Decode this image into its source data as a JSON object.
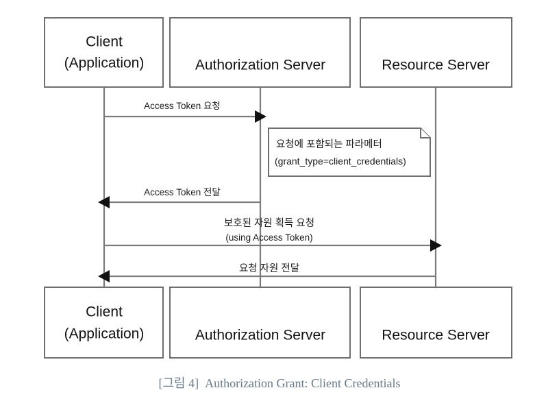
{
  "figure": {
    "type": "uml-sequence-diagram",
    "caption": "[그림 4]  Authorization Grant: Client Credentials",
    "background_color": "#ffffff",
    "line_color": "#7a7a7a",
    "box_border_color": "#6e6e6e",
    "text_color": "#111111",
    "caption_color": "#6a7a86"
  },
  "participants": [
    {
      "id": "client",
      "line1": "Client",
      "line2": "(Application)"
    },
    {
      "id": "auth",
      "line1": "Authorization Server",
      "line2": ""
    },
    {
      "id": "resource",
      "line1": "Resource Server",
      "line2": ""
    }
  ],
  "messages": [
    {
      "index": 1,
      "from": "client",
      "to": "auth",
      "direction": "right",
      "line1": "Access Token 요청",
      "line2": ""
    },
    {
      "index": 2,
      "from": "auth",
      "to": "client",
      "direction": "left",
      "line1": "Access Token 전달",
      "line2": ""
    },
    {
      "index": 3,
      "from": "client",
      "to": "resource",
      "direction": "right",
      "line1": "보호된 자원 획득 요청",
      "line2": "(using Access Token)"
    },
    {
      "index": 4,
      "from": "resource",
      "to": "client",
      "direction": "left",
      "line1": "요청 자원 전달",
      "line2": ""
    }
  ],
  "notes": [
    {
      "attached_to": "auth",
      "line1": "요청에 포함되는 파라메터",
      "line2": "(grant_type=client_credentials)"
    }
  ]
}
